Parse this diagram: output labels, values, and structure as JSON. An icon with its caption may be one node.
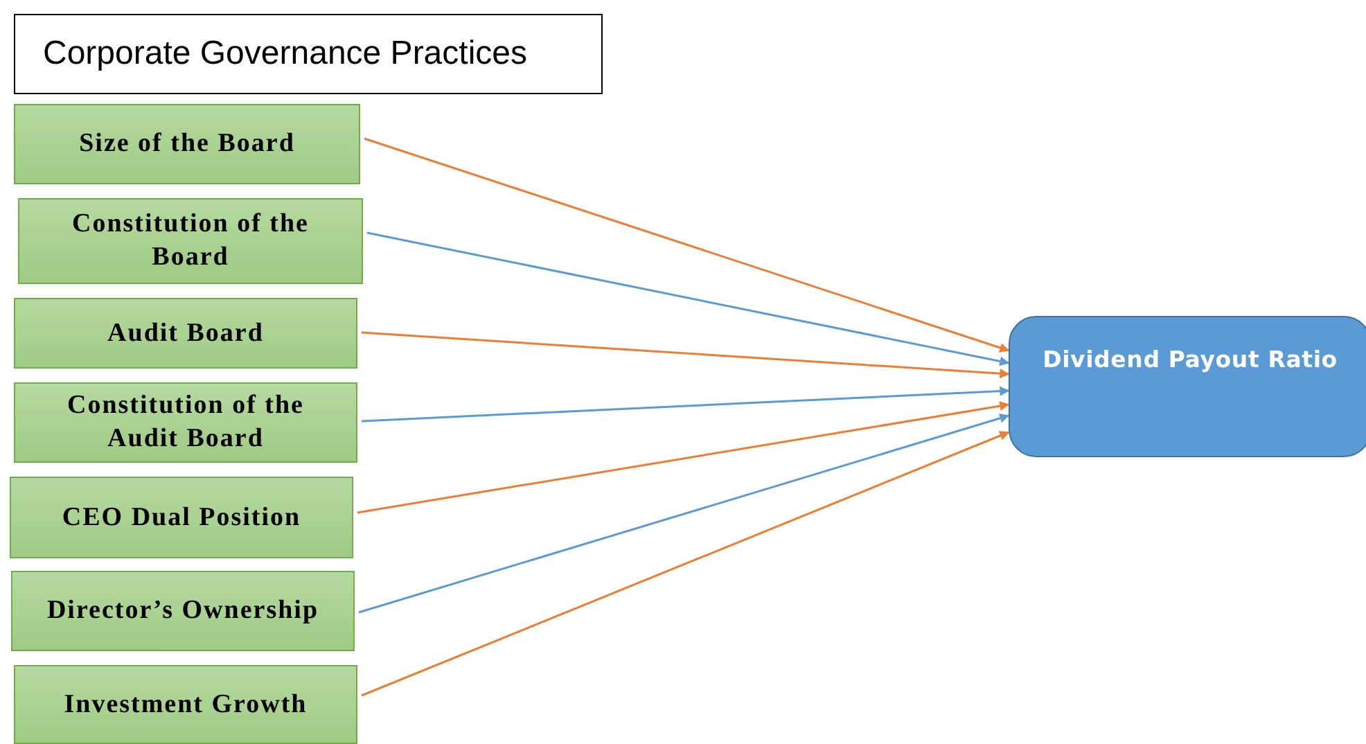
{
  "diagram": {
    "title": "Corporate Governance Practices",
    "nodes": [
      {
        "text": [
          "Size of the Board"
        ]
      },
      {
        "text": [
          "Constitution of the Board"
        ]
      },
      {
        "text": [
          "Audit Board"
        ]
      },
      {
        "text": [
          "Constitution of the Audit Board"
        ]
      },
      {
        "text": [
          "CEO Dual Position"
        ]
      },
      {
        "text": [
          "Director’s Ownership"
        ]
      },
      {
        "text": [
          "Investment Growth"
        ]
      },
      {
        "text": [
          "Dividend Payout Ratio"
        ]
      }
    ],
    "edges": [
      {
        "from": 0,
        "to": 7,
        "arrow": "to"
      },
      {
        "from": 1,
        "to": 7,
        "arrow": "to",
        "color": "#5b9bd5"
      },
      {
        "from": 2,
        "to": 7,
        "arrow": "to"
      },
      {
        "from": 3,
        "to": 7,
        "arrow": "to",
        "color": "#5b9bd5"
      },
      {
        "from": 4,
        "to": 7,
        "arrow": "to"
      },
      {
        "from": 5,
        "to": 7,
        "arrow": "to",
        "color": "#5b9bd5"
      },
      {
        "from": 6,
        "to": 7,
        "arrow": "to"
      }
    ]
  }
}
